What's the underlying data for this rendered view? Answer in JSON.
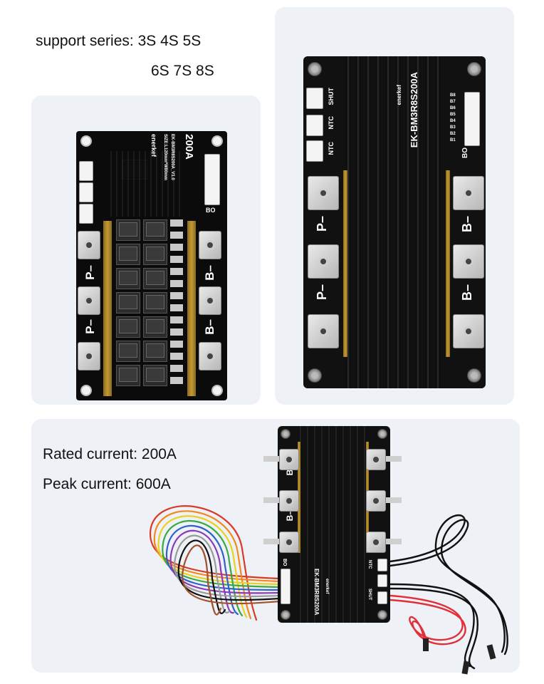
{
  "top_text": {
    "line1": "support series: 3S 4S 5S",
    "line2": "6S 7S 8S"
  },
  "bottom_text": {
    "rated": "Rated current: 200A",
    "peak": "Peak  current: 600A"
  },
  "board_left": {
    "current": "200A",
    "model": "EK-BM3R8S200A_V1.0",
    "size": "SIZE:L120mm*W80mm",
    "brand": "enerkef",
    "label_p_top": "P–",
    "label_p_bottom": "P–",
    "label_b_top": "B–",
    "label_b_bottom": "B–",
    "bo": "BO"
  },
  "board_right": {
    "model": "EK-BM3R8S200A",
    "brand": "enerkef",
    "shut": "SHUT",
    "ntc1": "NTC",
    "ntc2": "NTC",
    "bo": "BO",
    "label_p_top": "P–",
    "label_p_bottom": "P–",
    "label_b_top": "B–",
    "label_b_bottom": "B–",
    "bal_pins": [
      "B8",
      "B7",
      "B6",
      "B5",
      "B4",
      "B3",
      "B2",
      "B1"
    ]
  },
  "board_bottom": {
    "model": "EK-BM3R8S200A",
    "brand": "enerkef",
    "label_b1": "B–",
    "label_b2": "B–",
    "bo": "BO",
    "shut": "SHUT",
    "ntc": "NTC"
  },
  "colors": {
    "panel": "#eef2f7",
    "pcb": "#0b0b0b",
    "copper_bar": "#c59a35",
    "heatsink": "#111111"
  }
}
